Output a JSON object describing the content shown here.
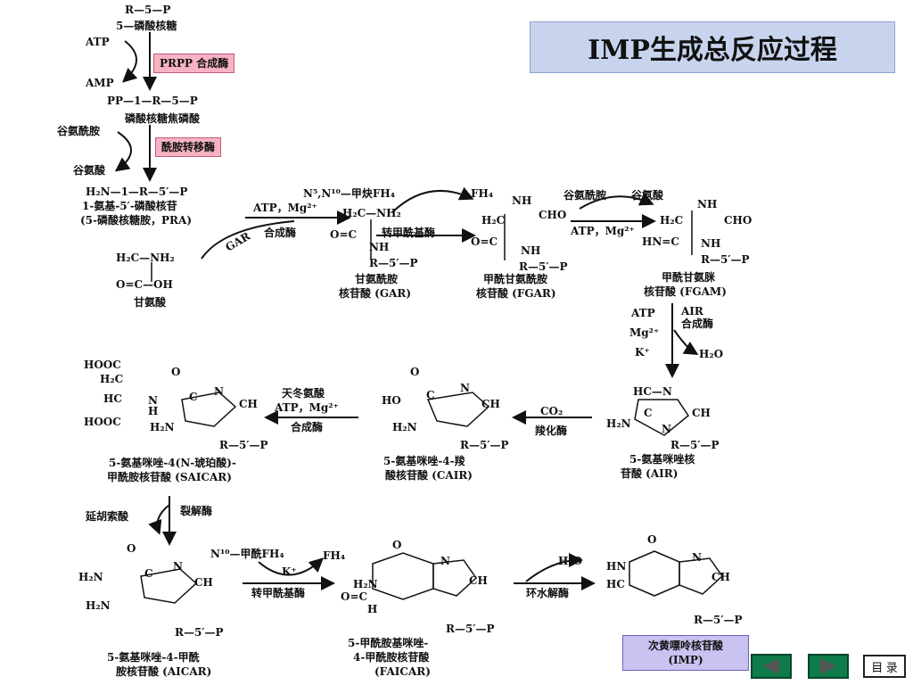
{
  "title": "IMP生成总反应过程",
  "top": {
    "r5p": "R—5—P",
    "r5p_name": "5—磷酸核糖",
    "atp": "ATP",
    "amp": "AMP",
    "prpp_enzyme": "PRPP 合成酶",
    "prpp": "PP—1—R—5—P",
    "prpp_name": "磷酸核糖焦磷酸",
    "gln": "谷氨酰胺",
    "amido_enzyme": "酰胺转移酶",
    "glu": "谷氨酸"
  },
  "pra": {
    "formula": "H₂N—1—R—5′—P",
    "name1": "1-氨基-5′-磷酸核苷",
    "name2": "(5-磷酸核糖胺，PRA)"
  },
  "gly": {
    "line1": "H₂C—NH₂",
    "line2": "O=C—OH",
    "name": "甘氨酸"
  },
  "step_gar": {
    "cofactor": "ATP，Mg²⁺",
    "enzyme": "合成酶",
    "label": "GAR"
  },
  "gar": {
    "l1": "H₂C—NH₂",
    "l2": "O=C",
    "l3": "NH",
    "l4": "R—5′—P",
    "name1": "甘氨酰胺",
    "name2": "核苷酸 (GAR)"
  },
  "step_fgar": {
    "donor": "N⁵,N¹⁰—甲炔FH₄",
    "product": "FH₄",
    "enzyme": "转甲酰基酶"
  },
  "fgar": {
    "l1": "NH",
    "l1b": "CHO",
    "l2": "H₂C",
    "l3": "O=C",
    "l4": "NH",
    "l5": "R—5′—P",
    "name1": "甲酰甘氨酰胺",
    "name2": "核苷酸 (FGAR)"
  },
  "step_fgam": {
    "gln": "谷氨酰胺",
    "glu": "谷氨酸",
    "cofactor": "ATP，Mg²⁺"
  },
  "fgam": {
    "l1": "NH",
    "l1b": "CHO",
    "l2": "H₂C",
    "l3": "HN=C",
    "l4": "NH",
    "l5": "R—5′—P",
    "name1": "甲酰甘氨脒",
    "name2": "核苷酸 (FGAM)"
  },
  "step_air": {
    "atp": "ATP",
    "mg": "Mg²⁺",
    "k": "K⁺",
    "enzyme1": "AIR",
    "enzyme2": "合成酶",
    "h2o": "H₂O"
  },
  "air": {
    "l1": "HC—N",
    "l2": "CH",
    "l3": "H₂N",
    "l3b": "C",
    "l3c": "N",
    "l4": "R—5′—P",
    "name1": "5-氨基咪唑核",
    "name2": "苷酸 (AIR)"
  },
  "step_cair": {
    "co2": "CO₂",
    "enzyme": "羧化酶"
  },
  "cair": {
    "o": "O",
    "ho": "HO",
    "c": "C",
    "n": "N",
    "ch": "CH",
    "h2n": "H₂N",
    "r": "R—5′—P",
    "name1": "5-氨基咪唑-4-羧",
    "name2": "酸核苷酸 (CAIR)"
  },
  "step_saicar": {
    "asp": "天冬氨酸",
    "cofactor": "ATP，Mg²⁺",
    "enzyme": "合成酶"
  },
  "saicar": {
    "hooc1": "HOOC",
    "h2c": "H₂C",
    "hc": "HC",
    "hooc2": "HOOC",
    "h": "H",
    "o": "O",
    "n1": "N",
    "c": "C",
    "n2": "N",
    "ch": "CH",
    "h2n": "H₂N",
    "r": "R—5′—P",
    "name1": "5-氨基咪唑-4(N-琥珀酸)-",
    "name2": "甲酰胺核苷酸 (SAICAR)"
  },
  "step_aicar": {
    "fumarate": "延胡索酸",
    "enzyme": "裂解酶"
  },
  "aicar": {
    "o": "O",
    "h2n_top": "H₂N",
    "c": "C",
    "n": "N",
    "ch": "CH",
    "h2n": "H₂N",
    "r": "R—5′—P",
    "name1": "5-氨基咪唑-4-甲酰",
    "name2": "胺核苷酸 (AICAR)"
  },
  "step_faicar": {
    "donor": "N¹⁰—甲酰FH₄",
    "product": "FH₄",
    "k": "K⁺",
    "enzyme": "转甲酰基酶"
  },
  "faicar": {
    "o": "O",
    "h2n": "H₂N",
    "oc": "O=C",
    "h": "H",
    "n": "N",
    "ch": "CH",
    "r": "R—5′—P",
    "name1": "5-甲酰胺基咪唑-",
    "name2": "4-甲酰胺核苷酸",
    "name3": "(FAICAR)"
  },
  "step_imp": {
    "h2o": "H₂O",
    "enzyme": "环水解酶"
  },
  "imp": {
    "o": "O",
    "hn": "HN",
    "hc": "HC",
    "n": "N",
    "ch": "CH",
    "r": "R—5′—P",
    "name1": "次黄嘌呤核苷酸",
    "name2": "(IMP)"
  },
  "nav": {
    "menu": "目 录",
    "prev_icon": "triangle-left-icon",
    "next_icon": "triangle-right-icon"
  },
  "colors": {
    "title_bg": "#c8d4ee",
    "enzyme_bg": "#f7b3c3",
    "imp_bg": "#c9c3f2",
    "nav_btn": "#0e7b4b"
  }
}
